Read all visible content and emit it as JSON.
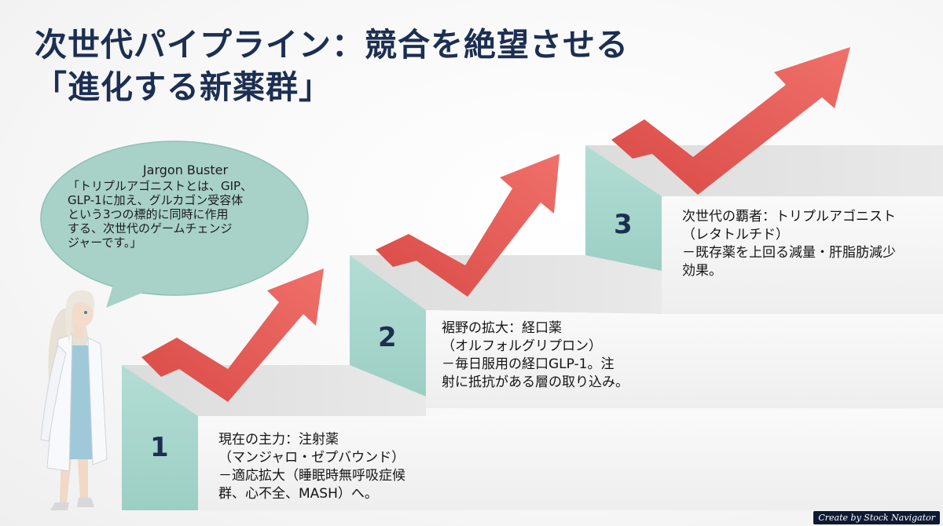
{
  "title": {
    "line1": "次世代パイプライン：競合を絶望させる",
    "line2": "「進化する新薬群」"
  },
  "bubble": {
    "title": "Jargon Buster",
    "lines": [
      "「トリプルアゴニストとは、GIP、",
      "GLP-1に加え、グルカゴン受容体",
      "という3つの標的に同時に作用",
      "する、次世代のゲームチェンジ",
      "ジャーです。」"
    ]
  },
  "steps": [
    {
      "number": "1",
      "lines": [
        "現在の主力：注射薬",
        "（マンジャロ・ゼプバウンド）",
        "－適応拡大（睡眠時無呼吸症候",
        "群、心不全、MASH）へ。"
      ]
    },
    {
      "number": "2",
      "lines": [
        "裾野の拡大：経口薬",
        "（オルフォルグリプロン）",
        "－毎日服用の経口GLP-1。注",
        "射に抵抗がある層の取り込み。"
      ]
    },
    {
      "number": "3",
      "lines": [
        "次世代の覇者：トリプルアゴニスト",
        "（レタトルチド）",
        "－既存薬を上回る減量・肝脂肪減少",
        "効果。"
      ]
    }
  ],
  "credit": "Create by Stock Navigator",
  "colors": {
    "title": "#1c2f52",
    "teal_face": "#a8d6cd",
    "step_top": "#e4e4e4",
    "step_front": "#f6f6f6",
    "arrow": "#e9605a",
    "bubble": "#a8d1c8"
  }
}
